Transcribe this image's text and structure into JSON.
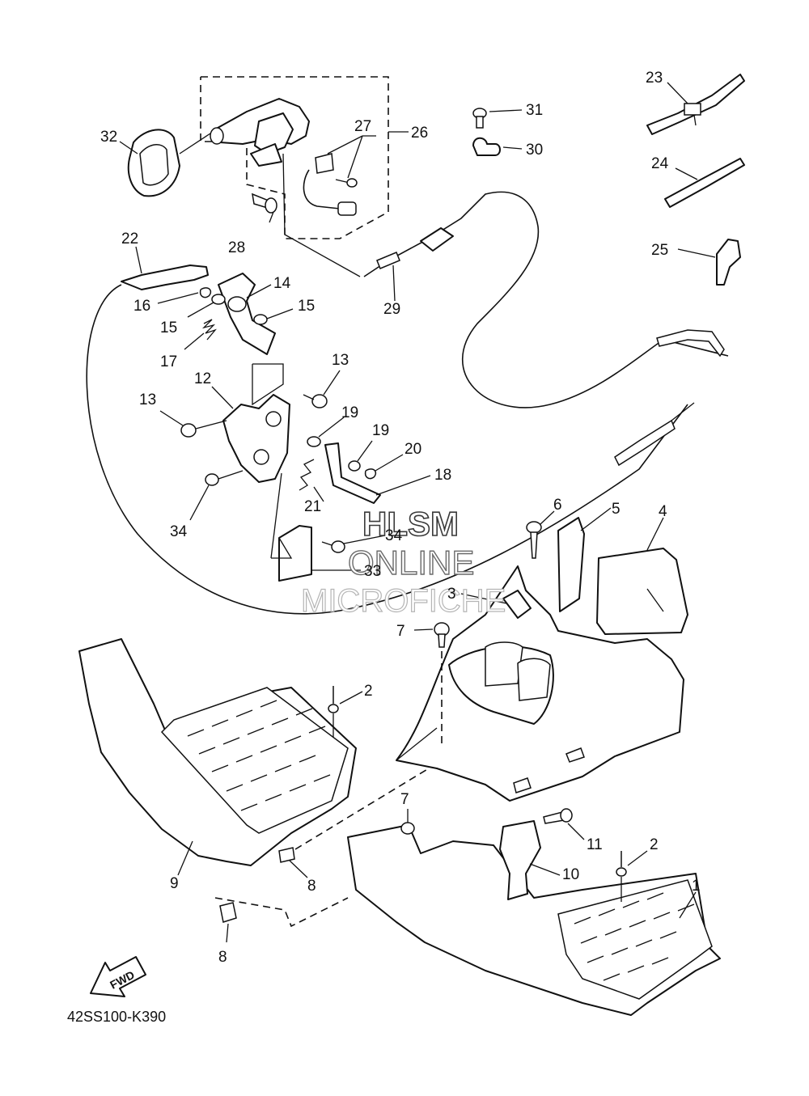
{
  "callouts": {
    "n1": "1",
    "n2a": "2",
    "n2b": "2",
    "n3": "3",
    "n4": "4",
    "n5": "5",
    "n6": "6",
    "n7a": "7",
    "n7b": "7",
    "n8a": "8",
    "n8b": "8",
    "n9": "9",
    "n10": "10",
    "n11": "11",
    "n12": "12",
    "n13a": "13",
    "n13b": "13",
    "n14": "14",
    "n15a": "15",
    "n15b": "15",
    "n16": "16",
    "n17": "17",
    "n18": "18",
    "n19a": "19",
    "n19b": "19",
    "n20": "20",
    "n21": "21",
    "n22": "22",
    "n23": "23",
    "n24": "24",
    "n25": "25",
    "n26": "26",
    "n27": "27",
    "n28": "28",
    "n29": "29",
    "n30": "30",
    "n31": "31",
    "n32": "32",
    "n33": "33",
    "n34a": "34",
    "n34b": "34"
  },
  "watermark": {
    "line1": "HLSM",
    "line2": "ONLINE",
    "line3": "MICROFICHE"
  },
  "fwd_label": "FWD",
  "diagram_code": "42SS100-K390"
}
